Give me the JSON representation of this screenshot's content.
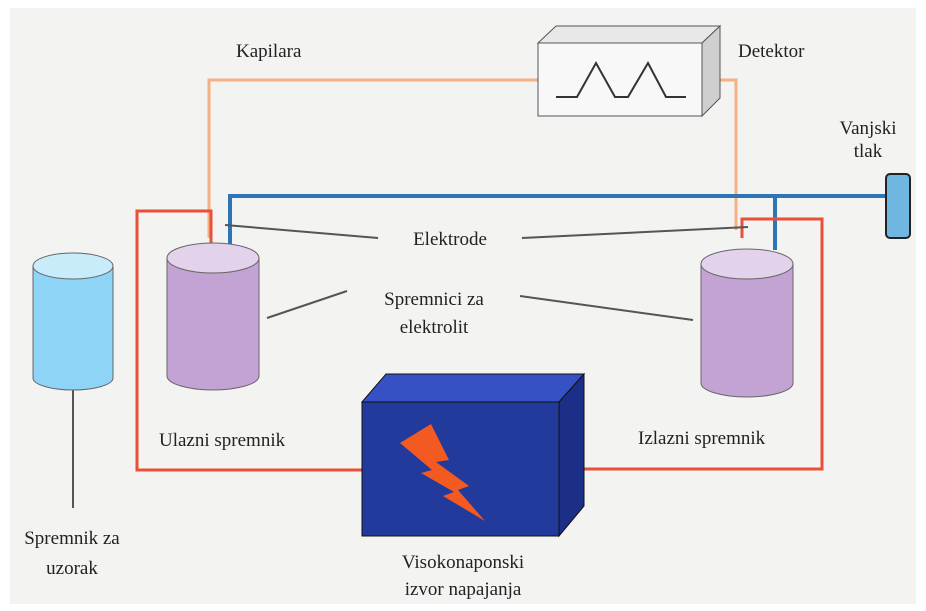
{
  "labels": {
    "capillary": "Kapilara",
    "detector": "Detektor",
    "external_pressure_l1": "Vanjski",
    "external_pressure_l2": "tlak",
    "electrodes": "Elektrode",
    "electrolyte_l1": "Spremnici za",
    "electrolyte_l2": "elektrolit",
    "inlet": "Ulazni spremnik",
    "outlet": "Izlazni spremnik",
    "sample_l1": "Spremnik za",
    "sample_l2": "uzorak",
    "power_l1": "Visokonaponski",
    "power_l2": "izvor napajanja"
  },
  "colors": {
    "capillary_line": "#f4b183",
    "electrode_wire": "#e8503a",
    "pressure_line": "#2e75b6",
    "pressure_device": "#6fb7e0",
    "reservoir": "#c3a3d3",
    "sample": "#8ed4f6",
    "power_supply": "#213a9c",
    "lightning": "#f25a22"
  },
  "icons": {
    "detector_signal": "peaks-icon",
    "power_symbol": "lightning-bolt-icon"
  }
}
